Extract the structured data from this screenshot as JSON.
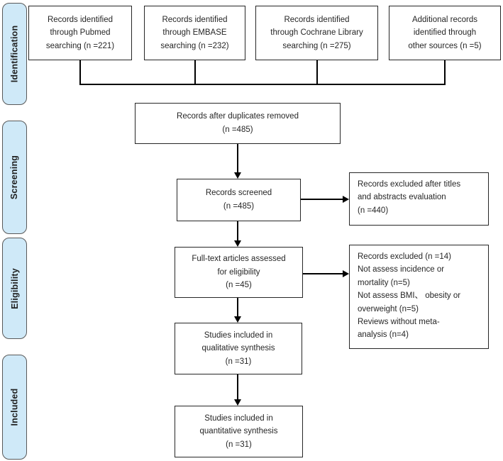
{
  "diagram": {
    "type": "prisma-flow",
    "stages": [
      {
        "label": "Identification"
      },
      {
        "label": "Screening"
      },
      {
        "label": "Eligibility"
      },
      {
        "label": "Included"
      }
    ],
    "boxes": {
      "pubmed": "Records identified\nthrough Pubmed\nsearching (n =221)",
      "embase": "Records identified\nthrough EMBASE\nsearching (n =232)",
      "cochrane": "Records identified\nthrough Cochrane Library\nsearching (n =275)",
      "other_sources": "Additional records\nidentified through\nother sources (n =5)",
      "duplicates_removed": "Records after duplicates removed\n(n =485)",
      "records_screened": "Records screened\n(n =485)",
      "excluded_titles_abstracts": "Records excluded after titles\nand abstracts evaluation\n(n =440)",
      "fulltext_assessed": "Full-text articles assessed\nfor eligibility\n(n =45)",
      "excluded_fulltext": "Records excluded (n =14)\nNot assess incidence or\nmortality (n=5)\nNot assess BMI、 obesity or\noverweight (n=5)\nReviews without meta-\nanalysis (n=4)",
      "qualitative_synthesis": "Studies included in\nqualitative synthesis\n(n =31)",
      "quantitative_synthesis": "Studies included in\nquantitative synthesis\n(n =31)"
    },
    "counts": {
      "pubmed": 221,
      "embase": 232,
      "cochrane": 275,
      "other_sources": 5,
      "after_duplicates": 485,
      "screened": 485,
      "excluded_titles_abstracts": 440,
      "fulltext_assessed": 45,
      "excluded_fulltext": 14,
      "qualitative": 31,
      "quantitative": 31
    },
    "colors": {
      "stage_fill": "#cfe9f8",
      "stage_border": "#595959",
      "box_border": "#262626",
      "line": "#000000"
    }
  }
}
